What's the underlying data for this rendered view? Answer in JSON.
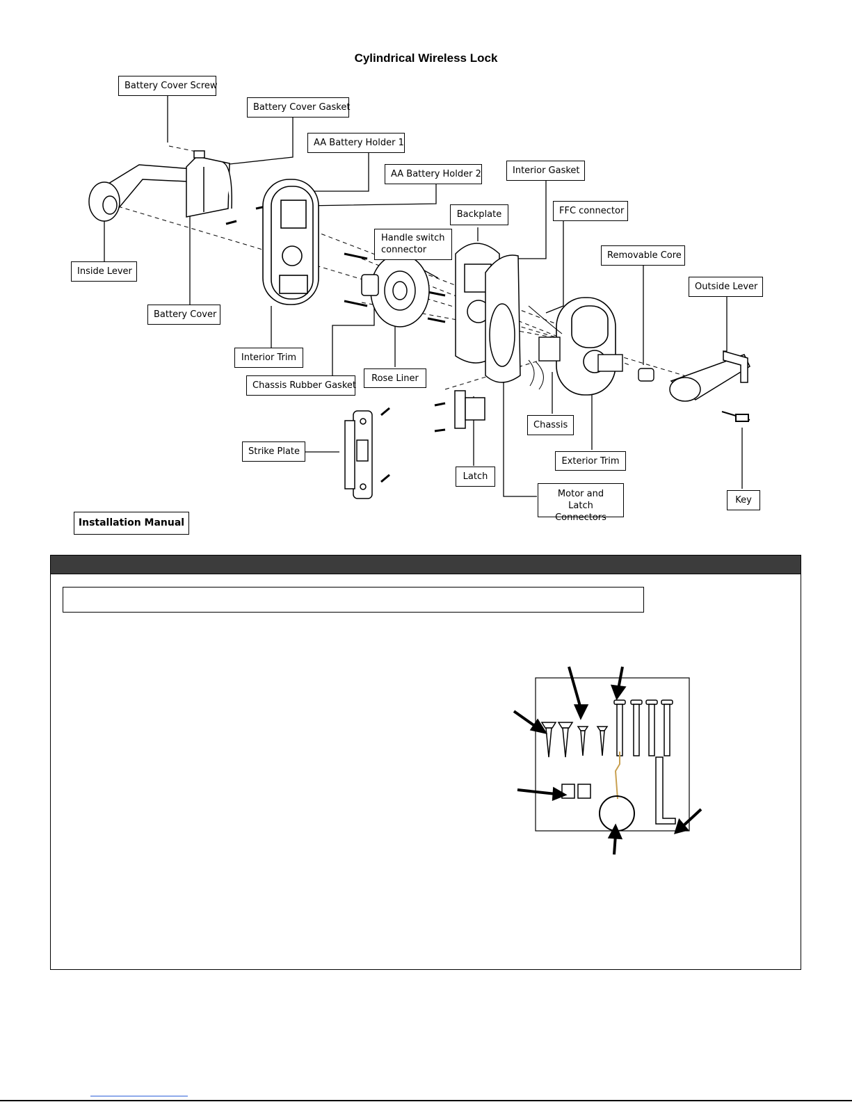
{
  "title": "Cylindrical Wireless Lock",
  "callouts": {
    "battery_cover_screw": "Battery Cover Screw",
    "battery_cover_gasket": "Battery Cover Gasket",
    "aa_battery_holder_1": "AA Battery Holder 1",
    "aa_battery_holder_2": "AA Battery Holder 2",
    "interior_gasket": "Interior Gasket",
    "ffc_connector": "FFC connector",
    "backplate": "Backplate",
    "handle_switch_connector": "Handle switch connector",
    "removable_core": "Removable Core",
    "outside_lever": "Outside Lever",
    "inside_lever": "Inside Lever",
    "battery_cover": "Battery Cover",
    "interior_trim": "Interior Trim",
    "chassis_rubber_gasket": "Chassis Rubber Gasket",
    "rose_liner": "Rose Liner",
    "chassis": "Chassis",
    "exterior_trim": "Exterior Trim",
    "strike_plate": "Strike Plate",
    "latch": "Latch",
    "motor_and_latch_connectors": "Motor and Latch Connectors",
    "key": "Key"
  },
  "installation_label": "Installation Manual",
  "colors": {
    "line": "#000000",
    "section_header": "#3c3c3c",
    "wire": "#c8a050",
    "link": "#2b5fd9"
  }
}
